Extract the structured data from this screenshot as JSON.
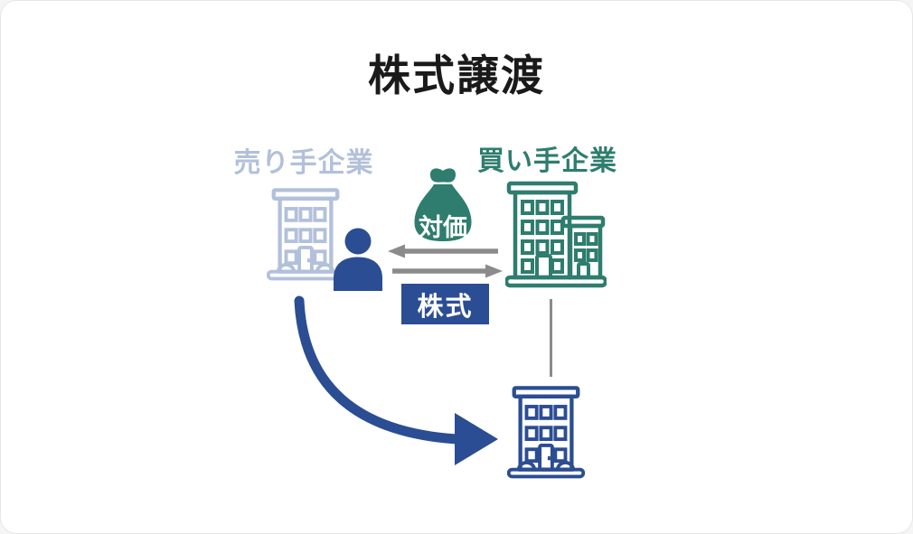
{
  "title": "株式譲渡",
  "colors": {
    "ink": "#1a1a1a",
    "seller": "#b2c0db",
    "teal": "#2e7d6e",
    "blue": "#2b4d93",
    "gray": "#8b8b8b",
    "bg": "#ffffff",
    "badge_text": "#ffffff"
  },
  "diagram": {
    "seller": {
      "label": "売り手企業"
    },
    "buyer": {
      "label": "買い手企業"
    },
    "consideration_badge": {
      "label": "対価"
    },
    "shares_badge": {
      "label": "株式"
    },
    "icons": {
      "seller-building-icon": "outlined 3-story office building, light blue",
      "seller-owner-person-icon": "solid person silhouette, dark blue",
      "money-bag-icon": "solid tied money sack, teal",
      "buyer-building-icon": "outlined two-tower office building, teal",
      "target-company-building-icon": "outlined 3-story office building, dark blue",
      "consideration-arrow-icon": "gray straight arrow pointing left",
      "shares-arrow-icon": "gray straight arrow pointing right",
      "transfer-arrow-icon": "thick dark-blue curved arrow from seller to target company",
      "ownership-connector-line": "gray vertical line from buyer to target company"
    }
  }
}
